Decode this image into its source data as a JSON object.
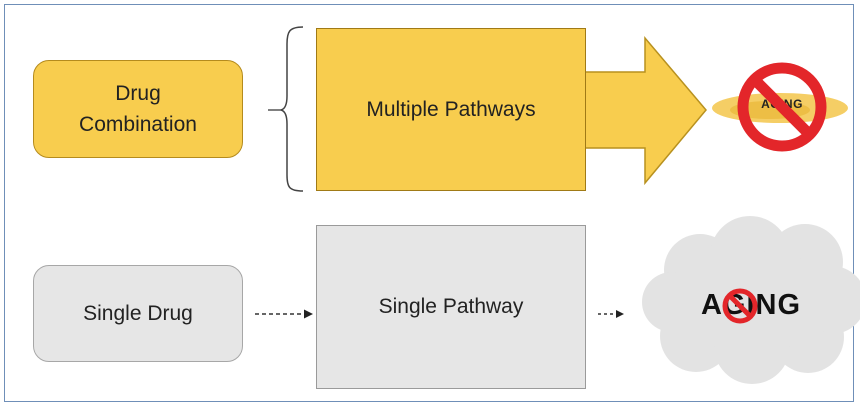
{
  "diagram": {
    "top_row": {
      "input_label": "Drug\nCombination",
      "mechanism_label": "Multiple Pathways",
      "outcome_text": "AGING",
      "outcome_icon": "prohibition-sign-icon"
    },
    "bottom_row": {
      "input_label": "Single Drug",
      "mechanism_label": "Single Pathway",
      "outcome_text": "AGING",
      "outcome_icon": "prohibition-sign-icon"
    },
    "colors": {
      "yellow": "#f8cd4e",
      "gray": "#e6e6e6",
      "prohibition_red": "#e3262a",
      "cloud": "#e3e3e3",
      "frame": "#6f8fb8"
    }
  }
}
